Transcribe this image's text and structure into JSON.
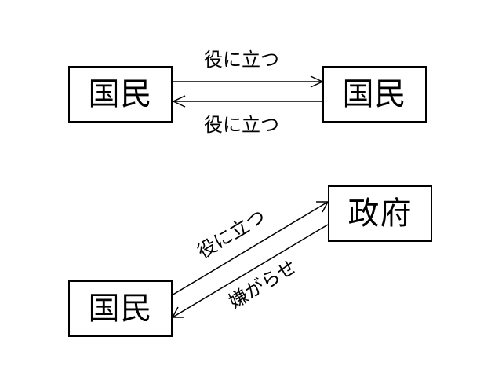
{
  "top": {
    "left_node": "国民",
    "right_node": "国民",
    "arrow_to_right_label": "役に立つ",
    "arrow_to_left_label": "役に立つ"
  },
  "bottom": {
    "citizen_node": "国民",
    "government_node": "政府",
    "arrow_to_government_label": "役に立つ",
    "arrow_to_citizen_label": "嫌がらせ"
  },
  "colors": {
    "stroke": "#000000",
    "background": "#ffffff"
  }
}
